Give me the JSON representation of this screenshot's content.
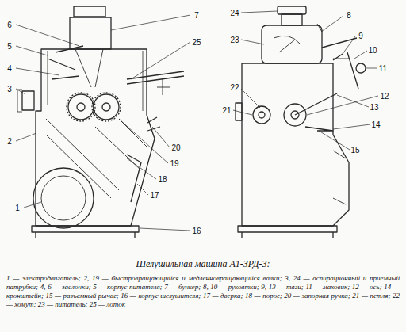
{
  "diagram": {
    "title": "Шелушильная машина А1-ЗРД-3:",
    "caption": "1 — электродвигатель; 2, 19 — быстровращающийся и медленновращающийся валки; 3, 24 — аспирационный и приемный патрубки; 4, 6 — заслонки; 5 — корпус питателя; 7 — бункер; 8, 10 — рукоятки; 9, 13 — тяги; 11 — маховик; 12 — ось; 14 — кронштейн; 15 — разъемный рычаг; 16 — корпус шелушителя; 17 — дверка; 18 — порог; 20 — запорная ручка; 21 — петля; 22 — хомут; 23 — питатель; 25 — лоток",
    "labels": [
      "6",
      "5",
      "4",
      "3",
      "2",
      "1",
      "7",
      "25",
      "20",
      "19",
      "18",
      "17",
      "16",
      "24",
      "23",
      "22",
      "21",
      "8",
      "9",
      "10",
      "11",
      "12",
      "13",
      "14",
      "15"
    ]
  }
}
